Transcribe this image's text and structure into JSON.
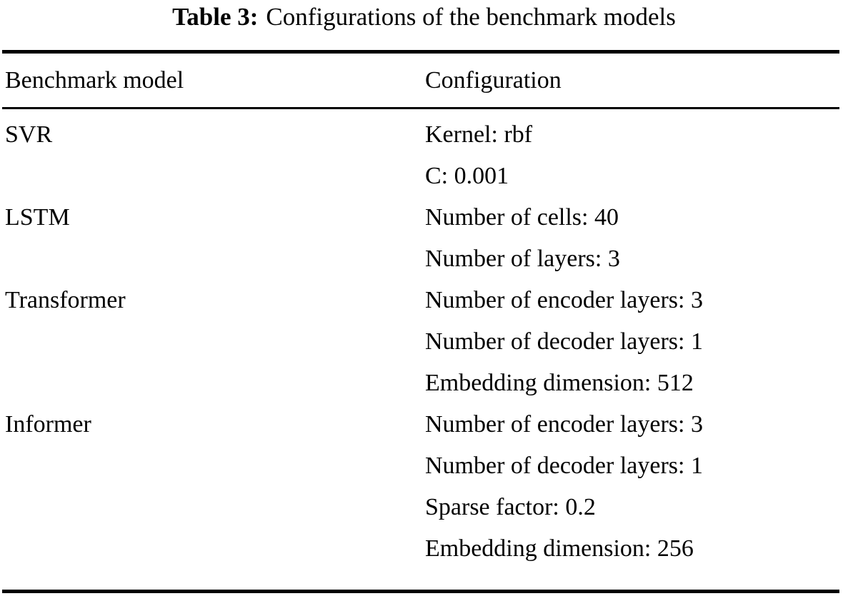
{
  "caption": {
    "label": "Table 3:",
    "text": "Configurations of the benchmark models"
  },
  "columns": {
    "model": "Benchmark model",
    "configuration": "Configuration"
  },
  "rows": [
    {
      "model": "SVR",
      "configuration": [
        "Kernel: rbf",
        "C: 0.001"
      ]
    },
    {
      "model": "LSTM",
      "configuration": [
        "Number of cells: 40",
        "Number of layers: 3"
      ]
    },
    {
      "model": "Transformer",
      "configuration": [
        "Number of encoder layers: 3",
        "Number of decoder layers: 1",
        "Embedding dimension: 512"
      ]
    },
    {
      "model": "Informer",
      "configuration": [
        "Number of encoder layers: 3",
        "Number of decoder layers: 1",
        "Sparse factor: 0.2",
        "Embedding dimension: 256"
      ]
    }
  ],
  "colors": {
    "text": "#000000",
    "background": "#ffffff",
    "rule": "#000000"
  }
}
